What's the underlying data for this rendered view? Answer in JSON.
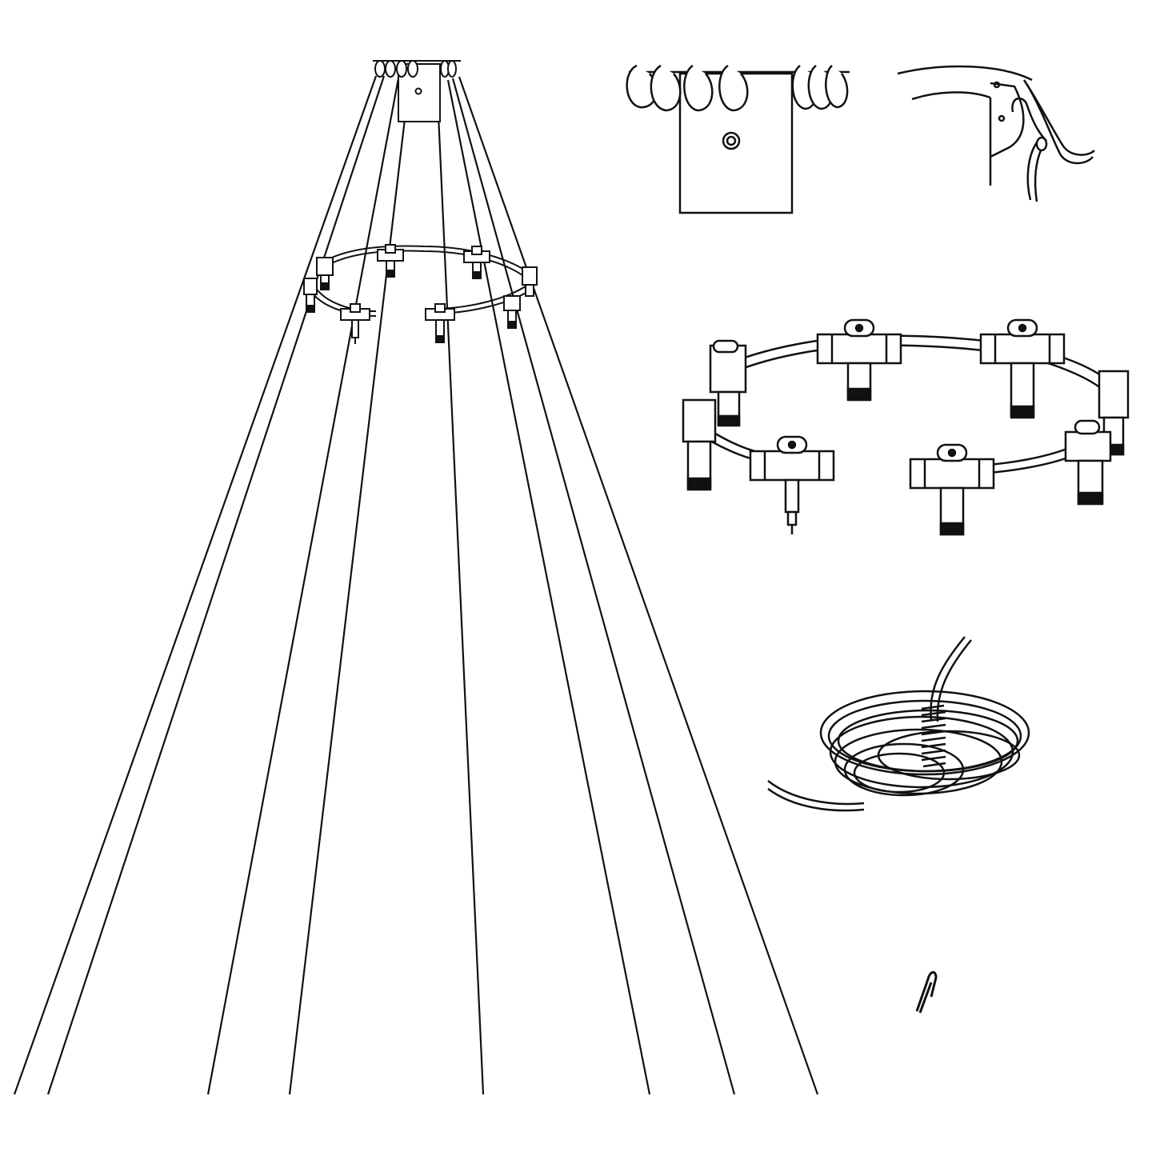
{
  "illustration": {
    "kind": "product parts line drawing",
    "parts": [
      "assembled-light-cone",
      "top-hook-plate-detail",
      "hook-on-pole-detail",
      "connector-ring-detail",
      "coiled-cable",
      "ground-peg"
    ]
  },
  "colors": {
    "ink": "#111111",
    "paper": "#ffffff"
  },
  "icons": {
    "hook": "hook-icon",
    "connector": "connector-icon",
    "peg": "ground-peg-icon"
  }
}
